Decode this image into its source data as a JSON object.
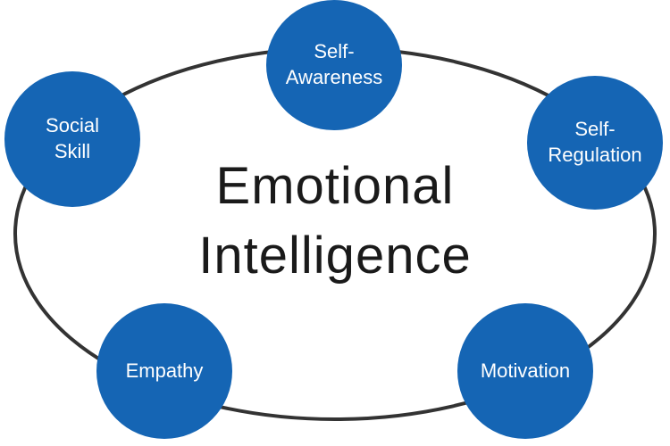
{
  "diagram": {
    "center": {
      "line1": "Emotional",
      "line2": "Intelligence"
    },
    "nodes": [
      {
        "id": "self-awareness",
        "lines": [
          "Self-",
          "Awareness"
        ]
      },
      {
        "id": "self-regulation",
        "lines": [
          "Self-",
          "Regulation"
        ]
      },
      {
        "id": "motivation",
        "lines": [
          "Motivation"
        ]
      },
      {
        "id": "empathy",
        "lines": [
          "Empathy"
        ]
      },
      {
        "id": "social-skill",
        "lines": [
          "Social",
          "Skill"
        ]
      }
    ],
    "colors": {
      "node_fill": "#1565b4",
      "node_text": "#ffffff",
      "ring_stroke": "#333333",
      "center_text": "#1a1a1a"
    }
  }
}
